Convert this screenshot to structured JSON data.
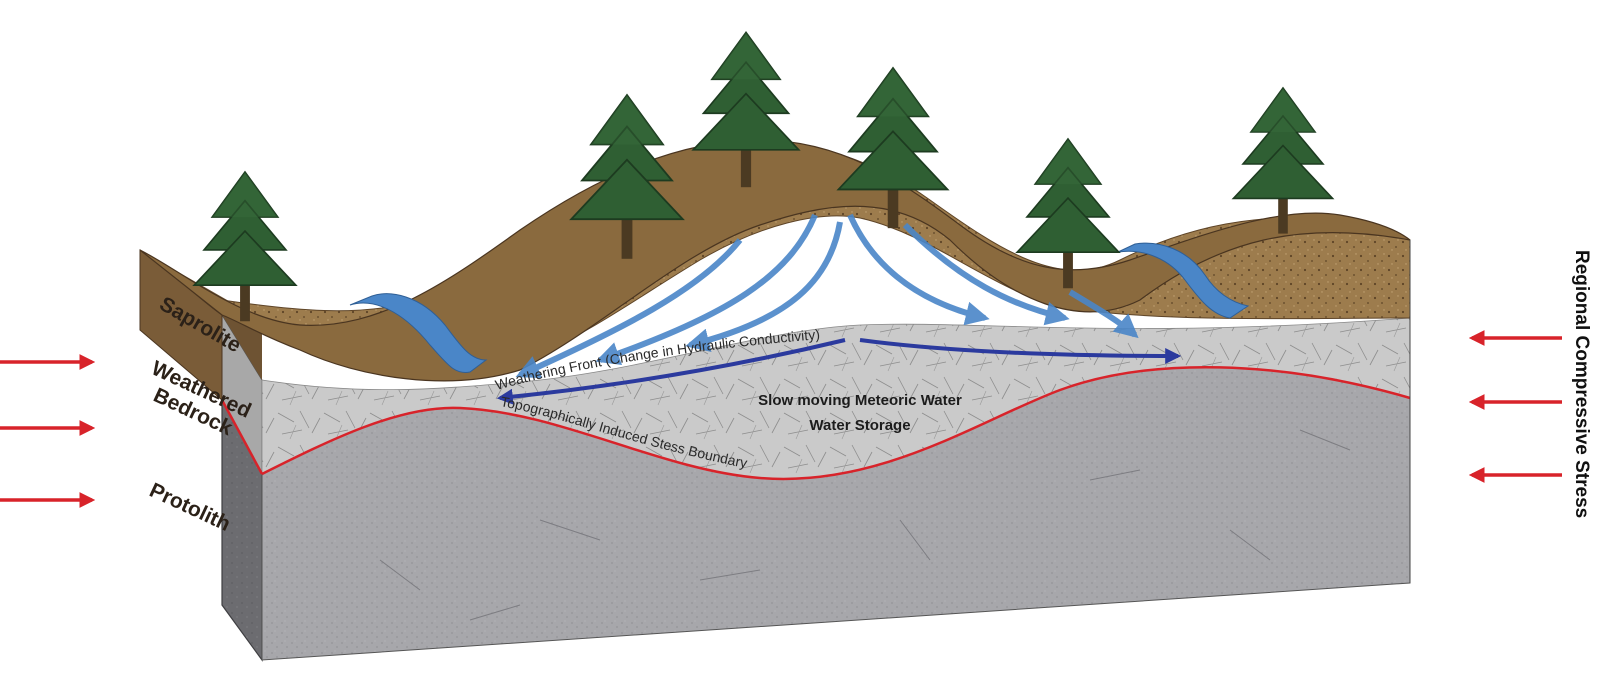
{
  "labels": {
    "saprolite": "Saprolite",
    "weathered": "Weathered",
    "bedrock": "Bedrock",
    "protolith": "Protolith",
    "weathering_front": "Weathering Front (Change in Hydraulic Conductivity)",
    "stress_boundary": "Topographically Induced Stess Boundary",
    "meteoric_water": "Slow moving Meteoric Water",
    "water_storage": "Water Storage",
    "regional_stress": "Regional Compressive Stress"
  },
  "colors": {
    "soil_top": "#8a6a3e",
    "soil_front": "#6e5333",
    "saprolite_fill": "#9b7a4c",
    "weathered_fill": "#c9c9c9",
    "weathered_front": "#a9a9a9",
    "protolith_fill": "#a9a9ad",
    "protolith_front": "#6f6f73",
    "stress_line": "#d8232a",
    "stress_arrow": "#d8232a",
    "water_blue": "#4a86c8",
    "flow_dark": "#2b3a9e",
    "tree_green": "#2f5f33",
    "trunk": "#4b3a22"
  },
  "icons": {
    "tree": "conifer-tree-icon",
    "stream": "stream-icon",
    "arrow": "stress-arrow-icon"
  }
}
